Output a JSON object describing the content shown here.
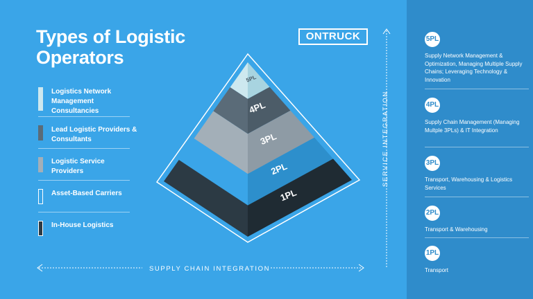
{
  "title": {
    "line1": "Types of Logistic",
    "line2": "Operators"
  },
  "brand": "ONTRUCK",
  "legend": [
    {
      "label": "Logistics Network Management Consultancies",
      "color": "#cde8ef"
    },
    {
      "label": "Lead Logistic Providers & Consultants",
      "color": "#5a6b78"
    },
    {
      "label": "Logistic Service Providers",
      "color": "#a3afb8"
    },
    {
      "label": "Asset-Based Carriers",
      "color": "#3aa5e8"
    },
    {
      "label": "In-House Logistics",
      "color": "#2c3a44"
    }
  ],
  "pyramid": {
    "levels": [
      {
        "label": "5PL",
        "color_left": "#cde8ef",
        "color_right": "#a8d4e0"
      },
      {
        "label": "4PL",
        "color_left": "#5a6b78",
        "color_right": "#4c5c68"
      },
      {
        "label": "3PL",
        "color_left": "#a3afb8",
        "color_right": "#8e9ba5"
      },
      {
        "label": "2PL",
        "color_left": "#3aa5e8",
        "color_right": "#2d8fcc"
      },
      {
        "label": "1PL",
        "color_left": "#2c3a44",
        "color_right": "#1f2b33"
      }
    ]
  },
  "axes": {
    "vertical": "SERVICE INTEGRATION",
    "horizontal": "SUPPLY CHAIN INTEGRATION"
  },
  "right_panel": [
    {
      "badge": "5PL",
      "description": "Supply Network Management & Optimization, Managing Multiple Supply Chains; Leveraging Technology & Innovation"
    },
    {
      "badge": "4PL",
      "description": "Supply Chain Management (Managing Multple 3PLs) & IT Integration"
    },
    {
      "badge": "3PL",
      "description": "Transport, Warehousing & Logistics Services"
    },
    {
      "badge": "2PL",
      "description": "Transport & Warehousing"
    },
    {
      "badge": "1PL",
      "description": "Transport"
    }
  ],
  "colors": {
    "background": "#3aa5e8",
    "panel": "#2f8ccb"
  }
}
